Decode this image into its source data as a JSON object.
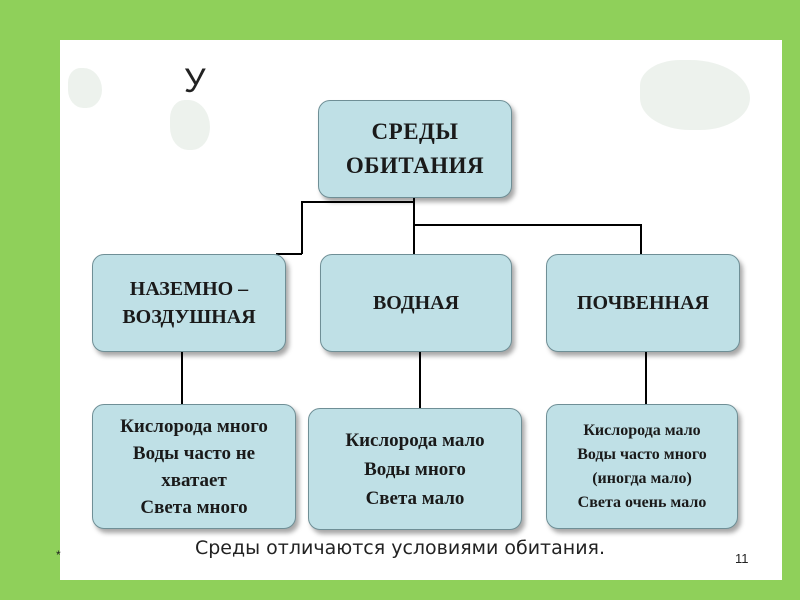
{
  "slide": {
    "title_fragment": "У",
    "caption": "Среды отличаются условиями обитания.",
    "footer_mark": "*",
    "page_number": "11"
  },
  "diagram": {
    "root": "СРЕДЫ\nОБИТАНИЯ",
    "categories": [
      {
        "label": "НАЗЕМНО –\nВОЗДУШНАЯ",
        "details": "Кислорода много\nВоды часто не\nхватает\nСвета много"
      },
      {
        "label": "ВОДНАЯ",
        "details": "Кислорода мало\nВоды много\nСвета мало"
      },
      {
        "label": "ПОЧВЕННАЯ",
        "details": "Кислорода мало\nВоды часто много\n(иногда мало)\nСвета очень мало"
      }
    ]
  },
  "colors": {
    "background": "#8fd05a",
    "box_fill": "#bfe0e6",
    "box_border": "#6f8f96",
    "connector": "#000000"
  }
}
